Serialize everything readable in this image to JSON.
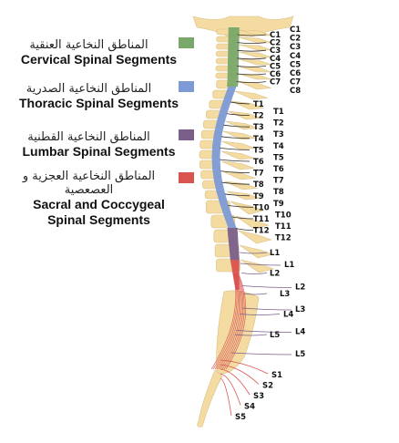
{
  "legend": [
    {
      "ar": "المناطق النخاعية العنقية",
      "en": "Cervical Spinal Segments",
      "color": "#7aa86a"
    },
    {
      "ar": "المناطق النخاعية الصدرية",
      "en": "Thoracic Spinal Segments",
      "color": "#7d9ad6"
    },
    {
      "ar": "المناطق النخاعية القطنية",
      "en": "Lumbar Spinal Segments",
      "color": "#7a5f8a"
    },
    {
      "ar": "المناطق النخاعية العجزية و العصعصية",
      "en_line1": "Sacral and Coccygeal",
      "en_line2": "Spinal Segments",
      "color": "#d9534f"
    }
  ],
  "segment_colors": {
    "cervical": "#7aa86a",
    "thoracic": "#7d9ad6",
    "lumbar": "#7a5f8a",
    "sacral": "#d9534f",
    "bone": "#f3dba1"
  },
  "spinal_labels": {
    "cervical_inner": [
      "C1",
      "C2",
      "C3",
      "C4",
      "C5",
      "C6",
      "C7"
    ],
    "cervical_outer": [
      "C1",
      "C2",
      "C3",
      "C4",
      "C5",
      "C6",
      "C7",
      "C8"
    ],
    "thoracic_inner": [
      "T1",
      "T2",
      "T3",
      "T4",
      "T5",
      "T6",
      "T7",
      "T8",
      "T9",
      "T10",
      "T11",
      "T12"
    ],
    "thoracic_outer": [
      "T1",
      "T2",
      "T3",
      "T4",
      "T5",
      "T6",
      "T7",
      "T8",
      "T9",
      "T10",
      "T11",
      "T12"
    ],
    "lumbar_inner": [
      "L1",
      "L2",
      "L3",
      "L4",
      "L5"
    ],
    "lumbar_outer": [
      "L1",
      "L2",
      "L3",
      "L4",
      "L5"
    ],
    "sacral": [
      "S1",
      "S2",
      "S3",
      "S4",
      "S5"
    ]
  }
}
